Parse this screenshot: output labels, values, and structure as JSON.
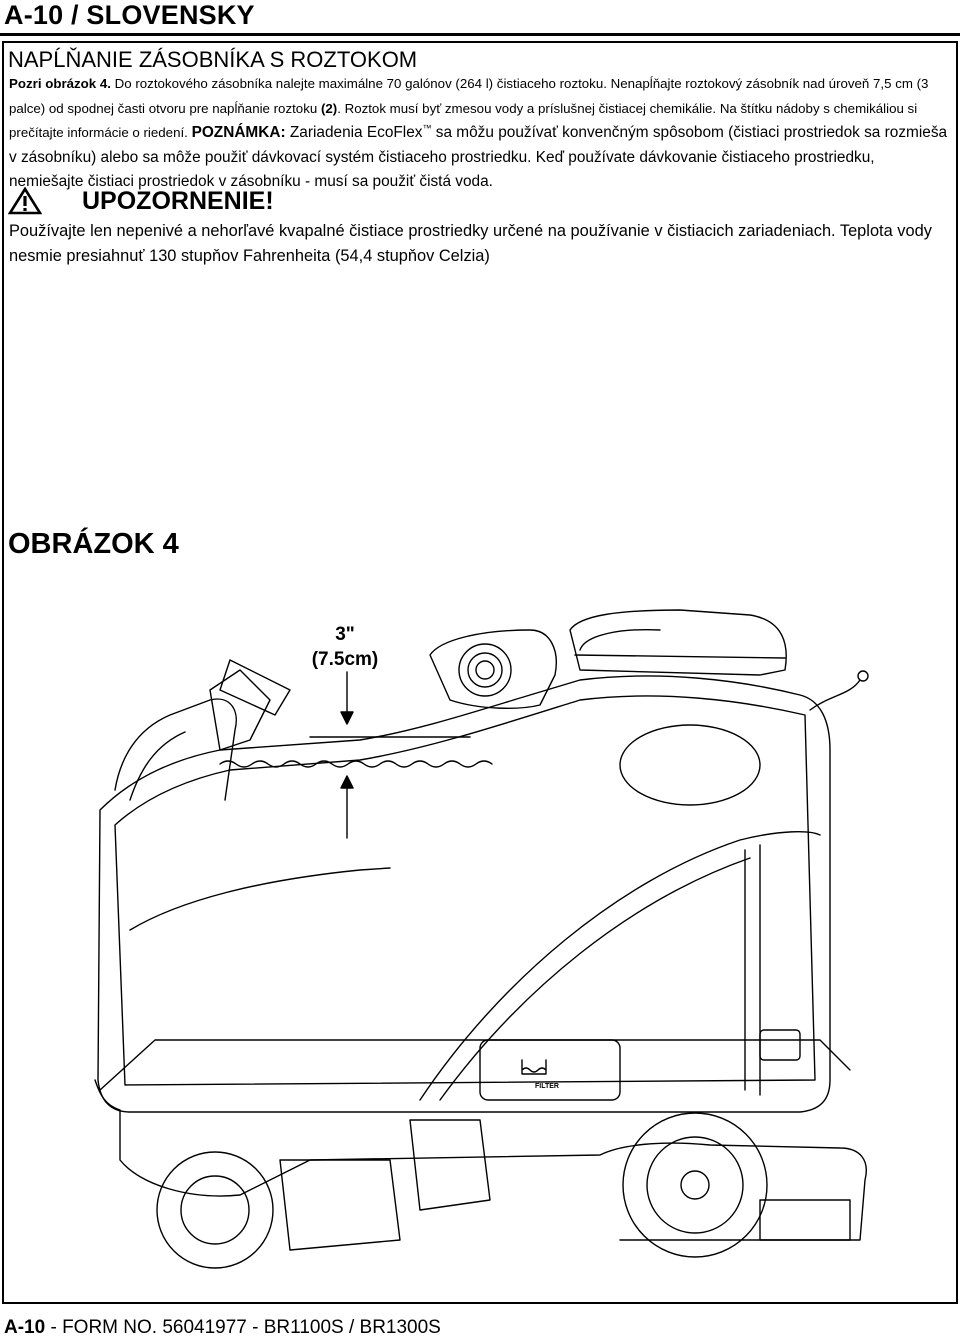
{
  "header": {
    "title": "A-10 / SLOVENSKY"
  },
  "section": {
    "title": "NAPĹŇANIE ZÁSOBNÍKA S ROZTOKOM",
    "ref_label": "Pozri obrázok 4.",
    "text_1": " Do roztokového zásobníka nalejte maximálne 70 galónov (264 l) čistiaceho roztoku.  Nenapĺňajte roztokový zásobník nad úroveň 7,5 cm (3 palce) od spodnej časti otvoru pre napĺňanie roztoku ",
    "callout": "(2)",
    "text_2": ".  Roztok musí byť zmesou vody a príslušnej čistiacej chemikálie.  Na štítku nádoby s chemikáliou si prečítajte informácie o riedení. ",
    "note_label": "POZNÁMKA:",
    "note_text_1": " Zariadenia EcoFlex",
    "note_tm": "™",
    "note_text_2": " sa môžu používať konvenčným spôsobom (čistiaci prostriedok sa rozmieša v zásobníku) alebo sa môže použiť dávkovací systém čistiaceho prostriedku. Keď používate dávkovanie čistiaceho prostriedku, nemiešajte čistiaci prostriedok v zásobníku - musí sa použiť čistá voda."
  },
  "warning": {
    "icon": "warning-triangle-icon",
    "title": "UPOZORNENIE!",
    "text": "Používajte len nepenivé a nehorľavé kvapalné čistiace prostriedky určené na používanie v čistiacich zariadeniach.  Teplota vody nesmie presiahnuť 130 stupňov Fahrenheita (54,4 stupňov Celzia)"
  },
  "figure": {
    "title": "OBRÁZOK 4",
    "measure_in": "3\"",
    "measure_cm": "(7.5cm)",
    "panel_label": "FILTER"
  },
  "footer": {
    "page": "A-10",
    "text": " - FORM NO. 56041977 - BR1100S / BR1300S"
  }
}
